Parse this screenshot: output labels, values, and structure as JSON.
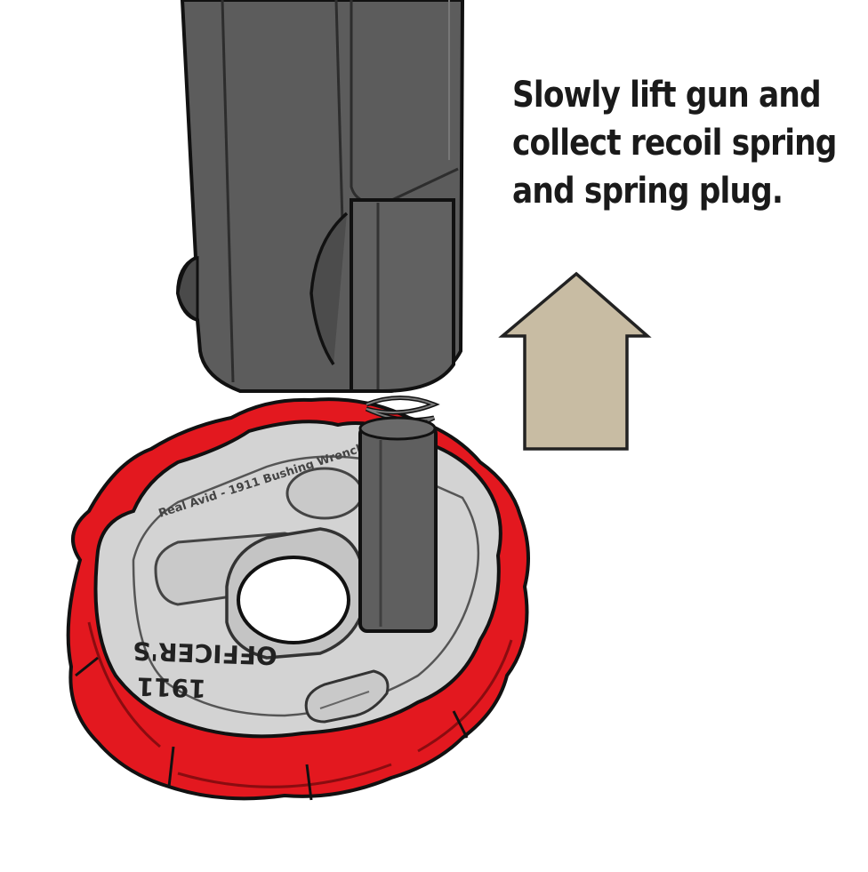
{
  "instruction": {
    "lines": [
      "Slowly lift gun and",
      "collect recoil spring",
      "and spring plug."
    ]
  },
  "wrench": {
    "label_line1": "OFFICER'S",
    "label_line2": "1911",
    "engraving": "Real Avid - 1911 Bushing Wrench"
  },
  "colors": {
    "wrench_rim": "#e3181f",
    "wrench_face": "#d3d3d3",
    "gun_body": "#5a5a5a",
    "arrow_fill": "#c8bca3",
    "outline": "#111111"
  },
  "icons": {
    "arrow": "arrow-up-icon"
  }
}
